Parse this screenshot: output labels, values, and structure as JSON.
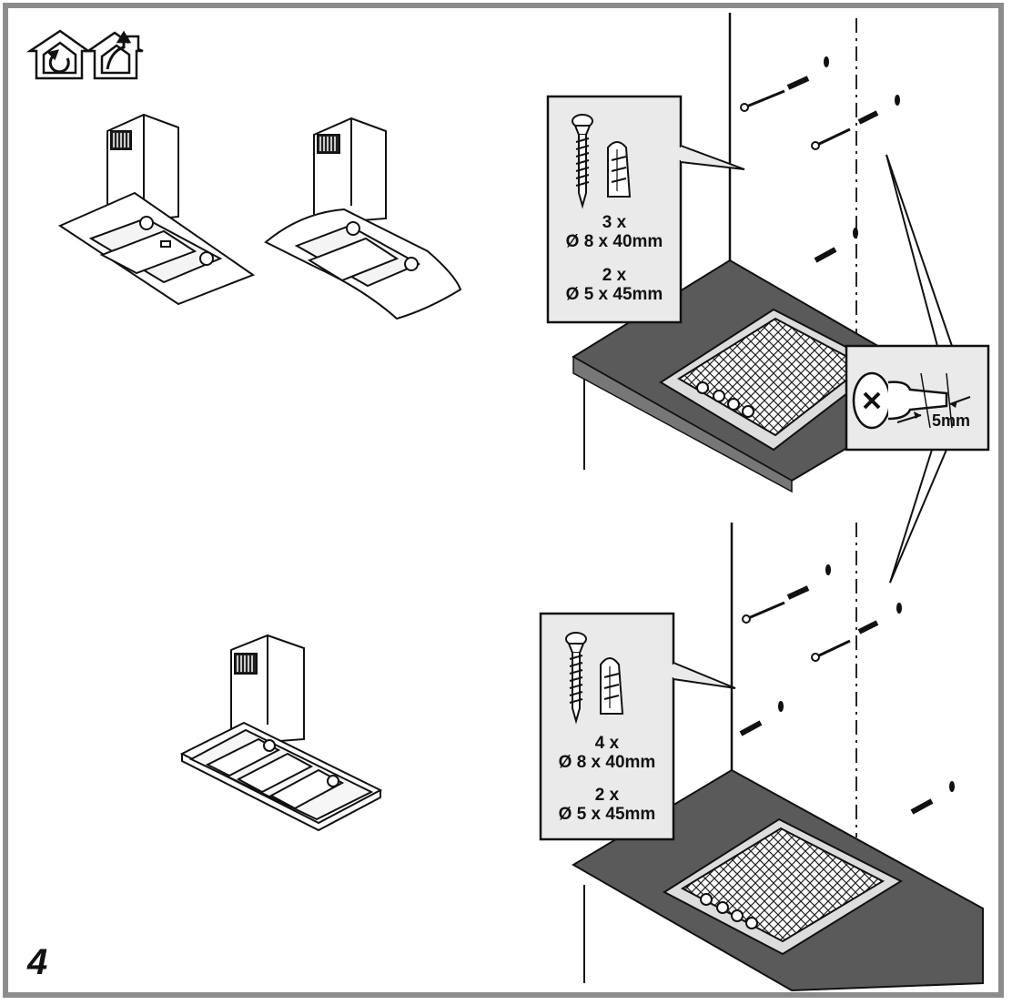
{
  "step_number": "4",
  "icons": [
    "recirculation-icon",
    "ducted-exhaust-icon"
  ],
  "callout_top": {
    "screw_count": "3 x",
    "screw_size": "Ø 8 x 40mm",
    "plug_count": "2 x",
    "plug_size": "Ø 5 x 45mm"
  },
  "callout_bottom": {
    "screw_count": "4 x",
    "screw_size": "Ø 8 x 40mm",
    "plug_count": "2 x",
    "plug_size": "Ø 5 x 45mm"
  },
  "detail": {
    "gap_label": "5mm"
  },
  "colors": {
    "frame": "#8c8c8c",
    "line": "#111111",
    "countertop": "#5a5a5a",
    "callout_fill": "#eaeaea"
  }
}
